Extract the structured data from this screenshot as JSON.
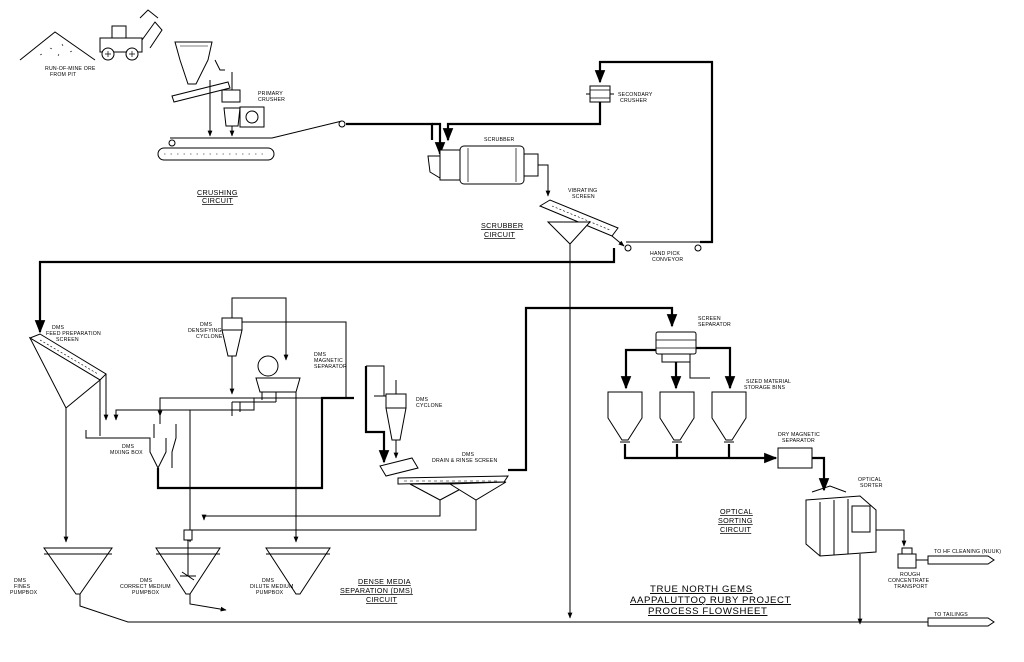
{
  "labels": {
    "rom": [
      "RUN-OF-MINE ORE",
      "FROM PIT"
    ],
    "primary_crusher": [
      "PRIMARY",
      "CRUSHER"
    ],
    "secondary_crusher": [
      "SECONDARY",
      "CRUSHER"
    ],
    "scrubber": "SCRUBBER",
    "vibrating_screen": [
      "VIBRATING",
      "SCREEN"
    ],
    "hand_pick_conveyor": [
      "HAND PICK",
      "CONVEYOR"
    ],
    "dms_feed_prep_screen": [
      "DMS",
      "FEED PREPARATION",
      "SCREEN"
    ],
    "dms_densifying_cyclone": [
      "DMS",
      "DENSIFYING",
      "CYCLONE"
    ],
    "dms_magnetic_separator": [
      "DMS",
      "MAGNETIC",
      "SEPARATOR"
    ],
    "dms_cyclone": [
      "DMS",
      "CYCLONE"
    ],
    "dms_drain_rinse_screen": [
      "DMS",
      "DRAIN & RINSE SCREEN"
    ],
    "dms_mixing_box": [
      "DMS",
      "MIXING BOX"
    ],
    "dms_fines_pumpbox": [
      "DMS",
      "FINES",
      "PUMPBOX"
    ],
    "dms_correct_medium_pumpbox": [
      "DMS",
      "CORRECT MEDIUM",
      "PUMPBOX"
    ],
    "dms_dilute_medium_pumpbox": [
      "DMS",
      "DILUTE MEDIUM",
      "PUMPBOX"
    ],
    "screen_separator": [
      "SCREEN",
      "SEPARATOR"
    ],
    "sized_material_bins": [
      "SIZED MATERIAL",
      "STORAGE BINS"
    ],
    "dry_magnetic_separator": [
      "DRY MAGNETIC",
      "SEPARATOR"
    ],
    "optical_sorter": [
      "OPTICAL",
      "SORTER"
    ],
    "rough_concentrate": [
      "ROUGH",
      "CONCENTRATE",
      "TRANSPORT"
    ],
    "to_hf_cleaning": "TO HF CLEANING (NUUK)",
    "to_tailings": "TO TAILINGS"
  },
  "circuits": {
    "crushing": [
      "CRUSHING",
      "CIRCUIT"
    ],
    "scrubber": [
      "SCRUBBER",
      "CIRCUIT"
    ],
    "dms": [
      "DENSE MEDIA",
      "SEPARATION (DMS)",
      "CIRCUIT"
    ],
    "optical": [
      "OPTICAL",
      "SORTING",
      "CIRCUIT"
    ]
  },
  "title": [
    "TRUE NORTH GEMS",
    "AAPPALUTTOQ RUBY PROJECT",
    "PROCESS FLOWSHEET"
  ]
}
